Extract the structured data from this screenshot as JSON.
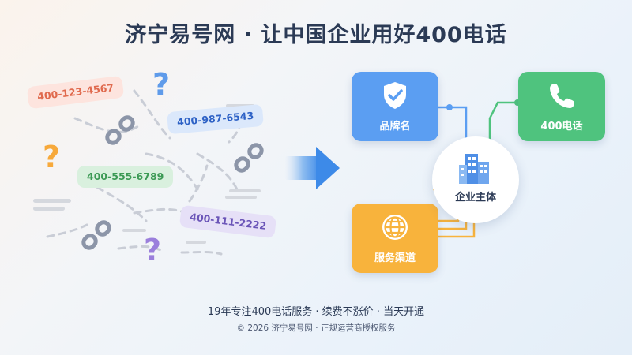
{
  "title": "济宁易号网 · 让中国企业用好400电话",
  "numbers": [
    {
      "text": "400-123-4567",
      "color": "#e06a4e"
    },
    {
      "text": "400-987-6543",
      "color": "#2e62c6"
    },
    {
      "text": "400-555-6789",
      "color": "#3c9a55"
    },
    {
      "text": "400-111-2222",
      "color": "#6b55b8"
    }
  ],
  "question_mark": "?",
  "nodes": {
    "brand": {
      "label": "品牌名",
      "color": "#5b9ef2",
      "icon": "shield-check-icon"
    },
    "phone": {
      "label": "400电话",
      "color": "#4fc37e",
      "icon": "phone-icon"
    },
    "service": {
      "label": "服务渠道",
      "color": "#f8b33c",
      "icon": "globe-icon"
    },
    "entity": {
      "label": "企业主体",
      "icon": "building-icon"
    }
  },
  "footer": {
    "tagline": "19年专注400电话服务 · 续费不涨价 · 当天开通",
    "copyright": "© 2026 济宁易号网 · 正规运营商授权服务"
  }
}
